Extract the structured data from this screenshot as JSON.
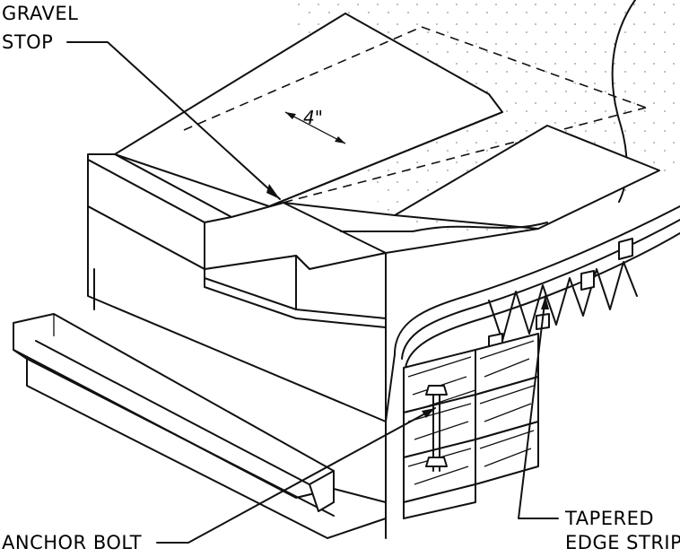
{
  "labels": {
    "gravel_stop_line1": "GRAVEL",
    "gravel_stop_line2": "STOP",
    "dimension": "4\"",
    "anchor_bolt": "ANCHOR BOLT",
    "tapered_line1": "TAPERED",
    "tapered_line2": "EDGE STRIP"
  }
}
